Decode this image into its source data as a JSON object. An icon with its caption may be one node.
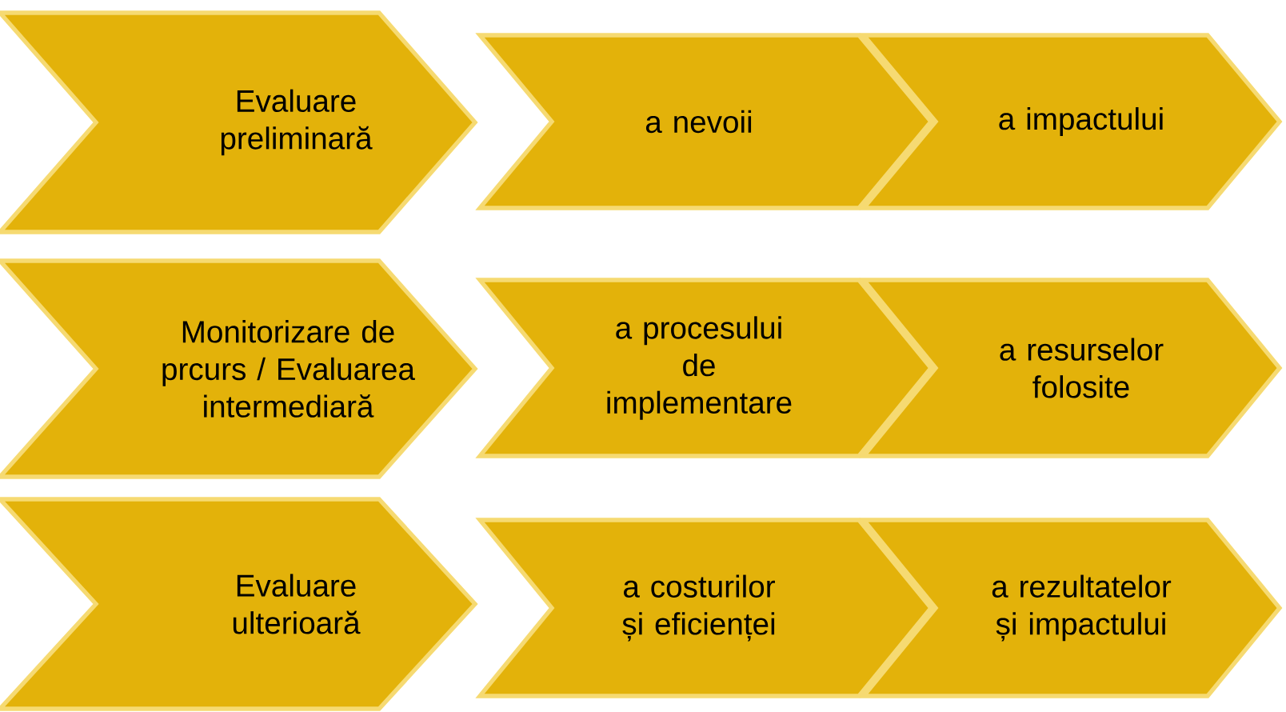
{
  "diagram": {
    "nodes": [
      {
        "text": [
          "Evaluare preliminară"
        ]
      },
      {
        "text": [
          "a nevoii"
        ]
      },
      {
        "text": [
          "a impactului"
        ]
      },
      {
        "text": [
          "Monitorizare de prcurs / Evaluarea intermediară"
        ]
      },
      {
        "text": [
          "a procesului de implementare"
        ]
      },
      {
        "text": [
          "a resurselor folosite"
        ]
      },
      {
        "text": [
          "Evaluare ulterioară"
        ]
      },
      {
        "text": [
          "a costurilor și eficienței"
        ]
      },
      {
        "text": [
          "a rezultatelor și impactului"
        ]
      }
    ]
  }
}
